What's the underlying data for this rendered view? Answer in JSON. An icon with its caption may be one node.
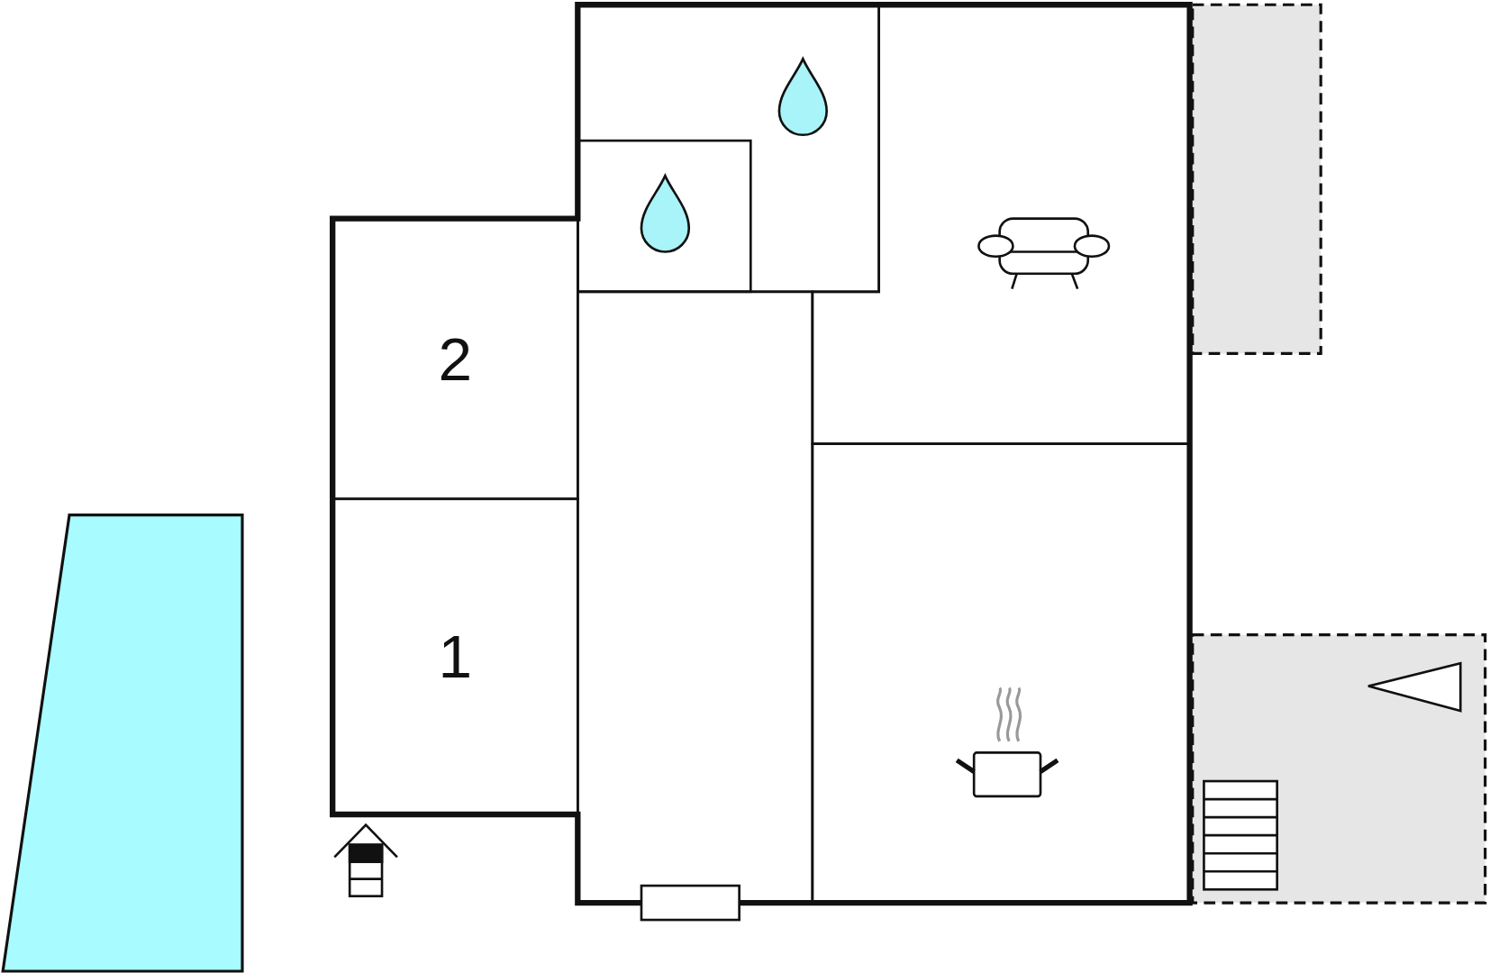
{
  "diagram": {
    "nodes": [
      {
        "text": [],
        "shape": "box"
      },
      {
        "text": [],
        "shape": "box",
        "in": 0
      },
      {
        "text": [],
        "shape": "box"
      },
      {
        "text": [],
        "shape": "box"
      },
      {
        "text": [
          "2"
        ]
      },
      {
        "text": [],
        "shape": "box"
      },
      {
        "text": [],
        "shape": "box"
      },
      {
        "text": [
          "1"
        ]
      },
      {
        "text": [],
        "shape": "box"
      },
      {
        "text": [],
        "shape": "box"
      }
    ]
  }
}
